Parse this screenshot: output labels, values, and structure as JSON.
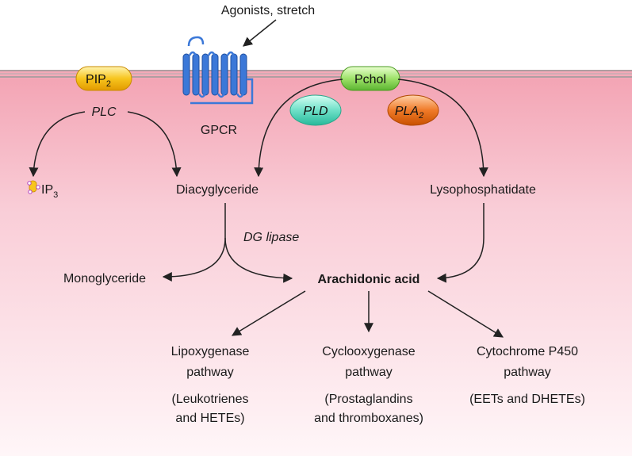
{
  "labels": {
    "agonists": "Agonists, stretch",
    "gpcr": "GPCR",
    "pip2": "PIP",
    "pip2_sub": "2",
    "pchol": "Pchol",
    "plc": "PLC",
    "pld": "PLD",
    "pla2": "PLA",
    "pla2_sub": "2",
    "ip3": "IP",
    "ip3_sub": "3",
    "diacylglyceride": "Diacyglyceride",
    "lysophosphatidate": "Lysophosphatidate",
    "dg_lipase": "DG lipase",
    "monoglyceride": "Monoglyceride",
    "arachidonic_acid": "Arachidonic acid",
    "lipoxygenase": [
      "Lipoxygenase",
      "pathway"
    ],
    "lipoxygenase_products": [
      "(Leukotrienes",
      "and HETEs)"
    ],
    "cyclooxygenase": [
      "Cyclooxygenase",
      "pathway"
    ],
    "cyclooxygenase_products": [
      "(Prostaglandins",
      "and thromboxanes)"
    ],
    "cytochrome": [
      "Cytochrome P450",
      "pathway"
    ],
    "cytochrome_products": [
      "(EETs and DHETEs)"
    ]
  },
  "colors": {
    "membrane_top": "#f6b3c0",
    "cytosol": "#fde9ee",
    "gpcr": "#3b78d8",
    "pip2_fill": "#f7c51e",
    "pchol_fill": "#9fe26a",
    "pld_fill": "#6fe0c8",
    "pla2_fill": "#f07a28",
    "arrow": "#222222"
  }
}
